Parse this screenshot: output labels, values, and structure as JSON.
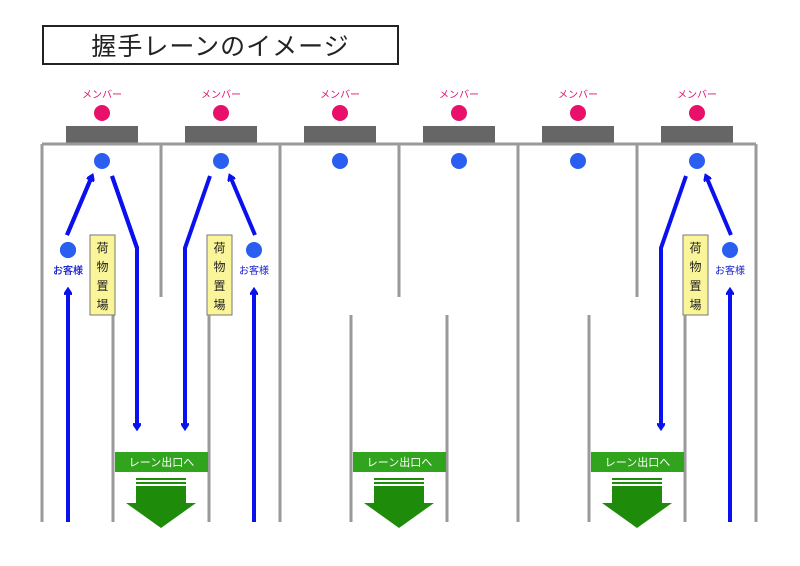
{
  "title": "握手レーンのイメージ",
  "labels": {
    "member": "メンバー",
    "guest": "お客様",
    "baggage": [
      "荷",
      "物",
      "置",
      "場"
    ],
    "exit": "レーン出口へ"
  },
  "lane_groups": 3,
  "lanes_per_group": 2,
  "colors": {
    "member_dot": "#e8106a",
    "desk": "#666666",
    "wall": "#9a9a9a",
    "flow_arrow": "#0a10ee",
    "person_dot": "#2a5ef0",
    "baggage_fill": "#fbf59a",
    "exit_green": "#2fa41c",
    "exit_arrow": "#1e8c0a"
  }
}
